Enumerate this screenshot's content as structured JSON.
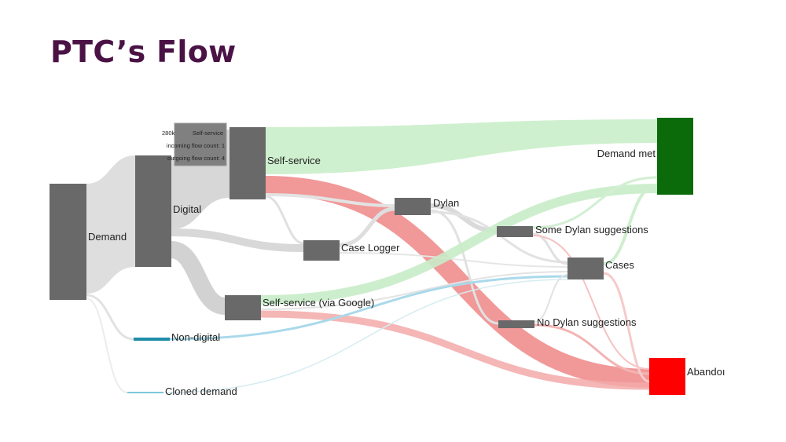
{
  "page": {
    "title": "PTC’s Flow"
  },
  "nodes": {
    "demand": "Demand",
    "digital": "Digital",
    "self_service": "Self-service",
    "non_digital": "Non-digital",
    "cloned_demand": "Cloned demand",
    "case_logger": "Case Logger",
    "self_service_google": "Self-service (via Google)",
    "dylan": "Dylan",
    "some_dylan": "Some Dylan suggestions",
    "no_dylan": "No Dylan suggestions",
    "cases": "Cases",
    "demand_met": "Demand met",
    "abandon": "Abandoı"
  },
  "tooltip": {
    "value": "280k",
    "node": "Self-service",
    "incoming": "incoming flow count: 1",
    "outgoing": "outgoing flow count: 4"
  },
  "colors": {
    "title": "#4a1245",
    "node": "#696969",
    "link_neutral": "#d9d9d9",
    "link_met": "#c6ecc6",
    "link_abandon": "#f08a8a",
    "link_nondigital": "#a8d8ea",
    "demand_met_node": "#0b6b0b",
    "abandon_node": "#ff0000",
    "non_digital_node": "#1f8ca8"
  }
}
